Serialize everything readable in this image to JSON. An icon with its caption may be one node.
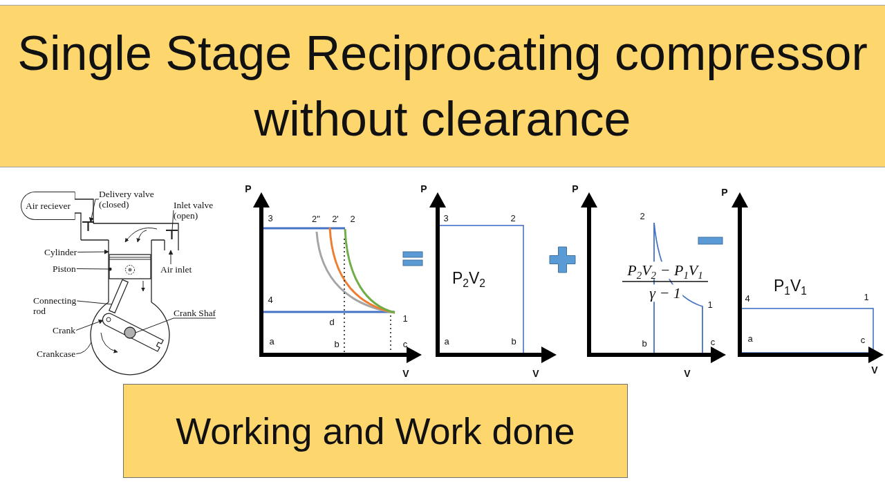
{
  "diagram": {
    "title": "Single Stage Reciprocating compressor without clearance",
    "nodes": [
      {
        "text": [
          "Air reciever"
        ]
      },
      {
        "text": [
          "Delivery valve (closed)"
        ]
      },
      {
        "text": [
          "Inlet valve (open)"
        ]
      },
      {
        "text": [
          "Cylinder"
        ]
      },
      {
        "text": [
          "Piston"
        ]
      },
      {
        "text": [
          "Air inlet"
        ]
      },
      {
        "text": [
          "Connecting rod"
        ]
      },
      {
        "text": [
          "Crank Shaf"
        ]
      },
      {
        "text": [
          "Crank"
        ]
      },
      {
        "text": [
          "Crankcase"
        ]
      },
      {
        "text": [
          "Working and Work done"
        ]
      },
      {
        "text": [],
        "shape": "picture"
      },
      {
        "text": [],
        "shape": "picture"
      },
      {
        "text": [],
        "shape": "picture"
      },
      {
        "text": [],
        "shape": "picture",
        "in": 13
      },
      {
        "text": [],
        "shape": "picture"
      },
      {
        "text": [],
        "shape": "picture"
      },
      {
        "text": [],
        "shape": "circle",
        "in": 18
      },
      {
        "text": [],
        "shape": "picture",
        "in": 19
      },
      {
        "text": [],
        "shape": "picture"
      }
    ],
    "edges": [
      {
        "from": 1,
        "to": 11,
        "arrow": "to"
      },
      {
        "from": 2,
        "to": 12,
        "arrow": "none"
      },
      {
        "from": 3,
        "to": 13,
        "arrow": "to"
      },
      {
        "from": 4,
        "to": 14,
        "arrow": "other"
      },
      {
        "from": 5,
        "to": 15,
        "arrow": "to"
      },
      {
        "from": 6,
        "to": 16,
        "arrow": "none"
      },
      {
        "from": 7,
        "to": 17,
        "arrow": "none"
      },
      {
        "from": 8,
        "to": 18,
        "arrow": "to"
      },
      {
        "from": 9,
        "to": 19,
        "arrow": "none"
      }
    ],
    "labels": [
      "P",
      "3",
      "2''",
      "2'",
      "2",
      "4",
      "d",
      "1",
      "a",
      "b",
      "c",
      "V",
      "P",
      "3",
      "2",
      "P$_{2}$V$_{2}$",
      "a",
      "b",
      "V",
      "P",
      "2",
      "P$_{2}$V$_{2}$ − P$_{1}$V$_{1}$",
      "γ − 1",
      "1",
      "b",
      "c",
      "V",
      "P",
      "P$_{1}$V$_{1}$",
      "4",
      "1",
      "a",
      "c",
      "V"
    ]
  }
}
